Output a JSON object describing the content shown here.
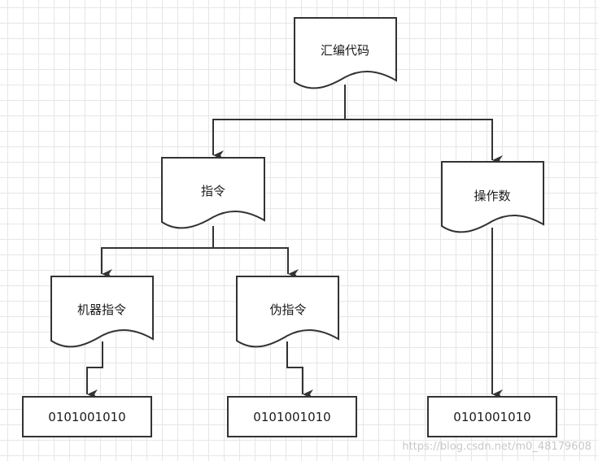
{
  "nodes": {
    "assembly_code": {
      "label": "汇编代码"
    },
    "instruction": {
      "label": "指令"
    },
    "operand": {
      "label": "操作数"
    },
    "machine_instruction": {
      "label": "机器指令"
    },
    "pseudo_instruction": {
      "label": "伪指令"
    },
    "binary_machine": {
      "label": "0101001010"
    },
    "binary_pseudo": {
      "label": "0101001010"
    },
    "binary_operand": {
      "label": "0101001010"
    }
  },
  "watermark": "https://blog.csdn.net/m0_48179608",
  "colors": {
    "stroke": "#333333",
    "fill": "#ffffff",
    "grid": "#e6e6e6"
  }
}
